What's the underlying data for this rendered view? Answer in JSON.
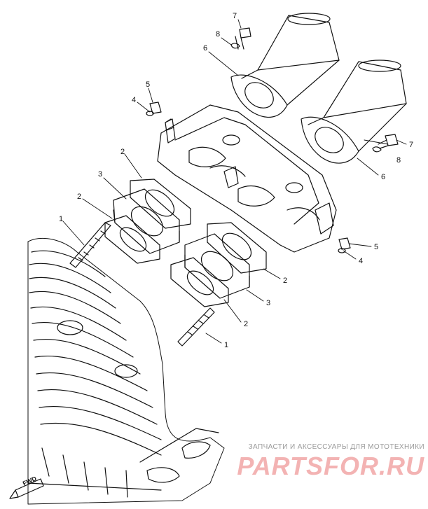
{
  "callouts": {
    "upper_stud": "1",
    "lower_stud": "1",
    "upper_gasket_outer": "2",
    "upper_gasket_inner": "2",
    "lower_gasket_right": "2",
    "lower_gasket_bottom": "2",
    "upper_spacer": "3",
    "lower_spacer": "3",
    "washer_left": "4",
    "washer_right": "4",
    "nut_left": "5",
    "nut_right": "5",
    "funnel_upper": "6",
    "funnel_lower": "6",
    "bolt_upper": "7",
    "bolt_lower": "7",
    "spring_upper": "8",
    "spring_lower": "8"
  },
  "fwd_mark": "FWD",
  "watermark": {
    "tagline": "ЗАПЧАСТИ И АКСЕССУАРЫ ДЛЯ МОТОТЕХНИКИ",
    "brand": "PARTSFOR.RU"
  },
  "colors": {
    "ink": "#111111",
    "watermark_brand": "#f3b3b3",
    "watermark_tagline": "#9a9a9a"
  }
}
